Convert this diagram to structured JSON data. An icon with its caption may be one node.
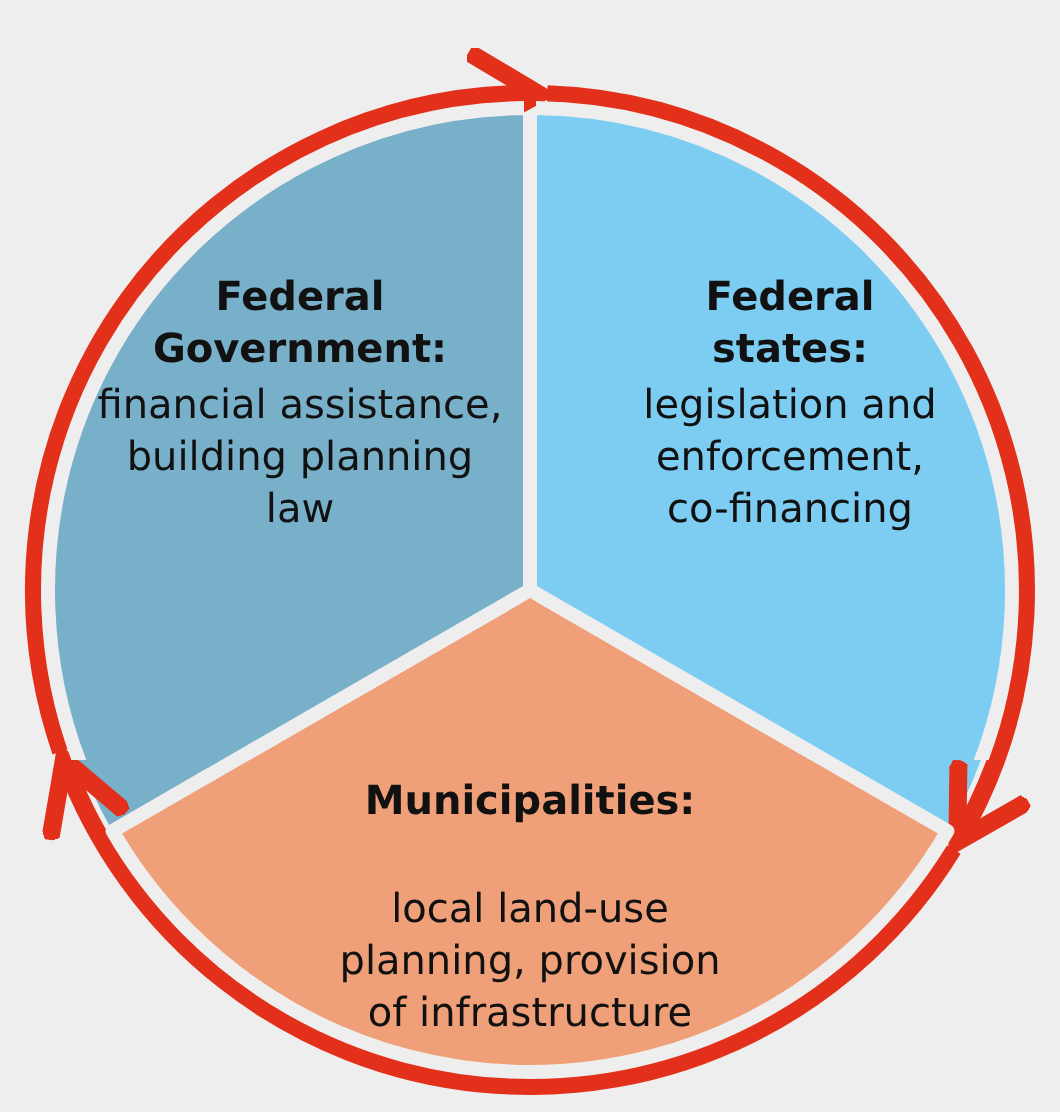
{
  "diagram": {
    "nodes": [
      {
        "text": [
          "Federal Government:",
          "financial assistance, building planning law"
        ]
      },
      {
        "text": [
          "Federal states:",
          "legislation and enforcement, co-financing"
        ]
      },
      {
        "text": [
          "Municipalities:",
          "local land-use planning, provision of infrastructure"
        ]
      }
    ],
    "edges": [
      {
        "from": 0,
        "to": 1,
        "arrow": "to"
      },
      {
        "from": 1,
        "to": 2,
        "arrow": "to"
      },
      {
        "from": 2,
        "to": 0,
        "arrow": "to"
      }
    ]
  }
}
